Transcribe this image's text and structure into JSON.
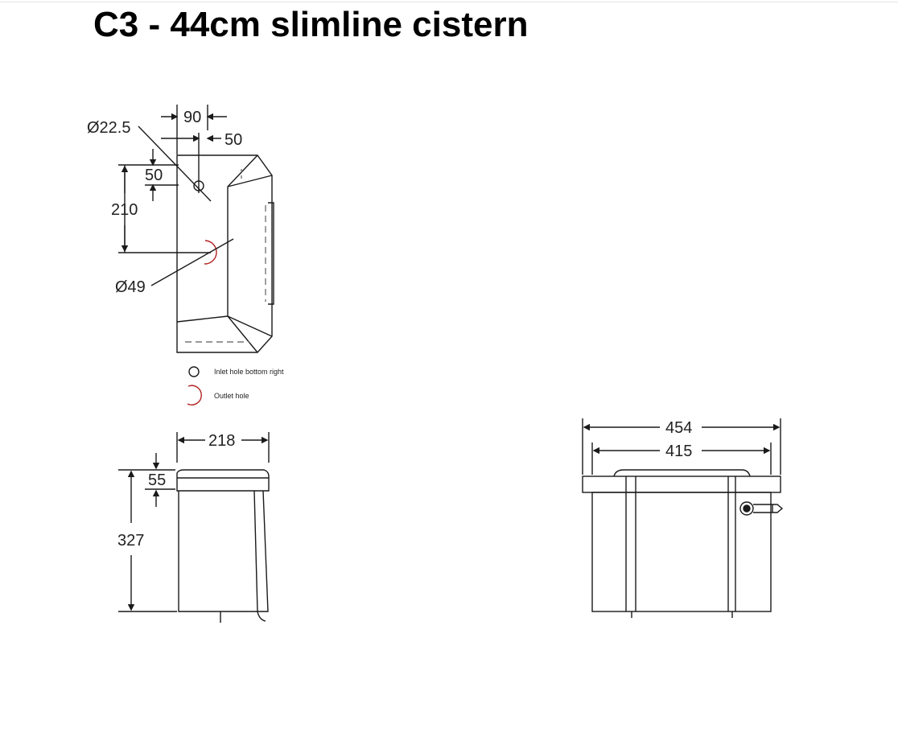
{
  "title": "C3 - 44cm slimline cistern",
  "plan_view": {
    "dim_90": "90",
    "dim_50_top": "50",
    "dim_diam_inlet": "Ø22.5",
    "dim_50_left": "50",
    "dim_210": "210",
    "dim_diam_outlet": "Ø49"
  },
  "legend": {
    "inlet_label": "Inlet hole bottom right",
    "outlet_label": "Outlet hole"
  },
  "side_view": {
    "dim_218": "218",
    "dim_55": "55",
    "dim_327": "327"
  },
  "front_view": {
    "dim_454": "454",
    "dim_415": "415"
  },
  "colors": {
    "line": "#1a1a1a",
    "outlet": "#b22222",
    "light_line": "#9a9a9a"
  }
}
